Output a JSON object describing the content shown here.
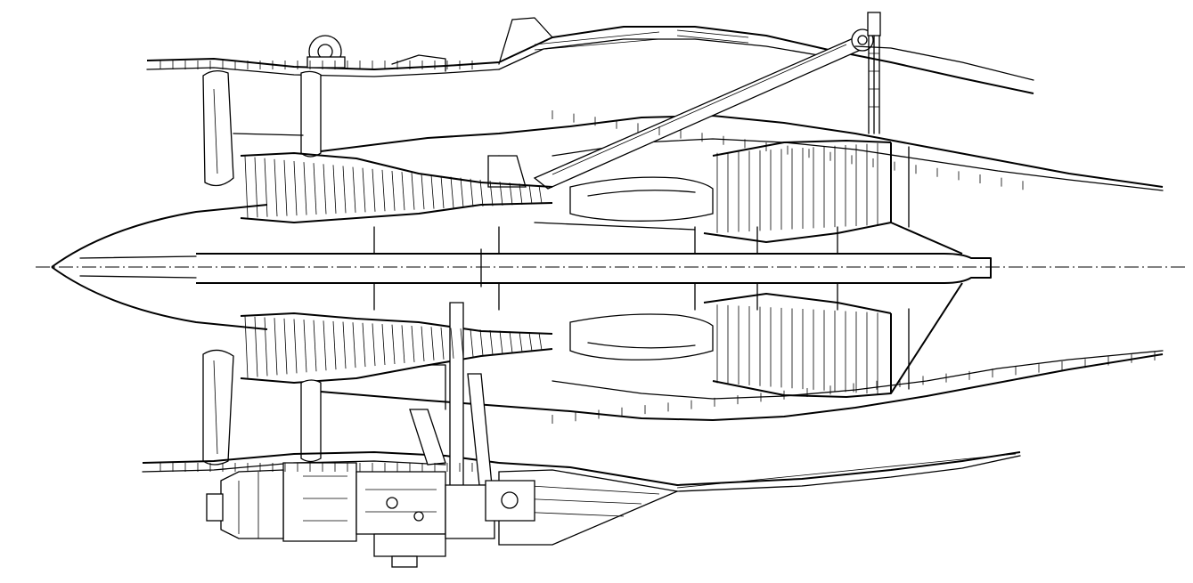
{
  "figure": {
    "stroke_color": "#000000",
    "background_color": "#ffffff",
    "parts": [
      "nose-cone",
      "inlet-fan-blades",
      "fan-case",
      "low-pressure-compressor",
      "high-pressure-compressor",
      "main-shaft",
      "combustion-chamber",
      "turbine",
      "exhaust-cone",
      "outer-bypass-duct",
      "thrust-reverser-strut",
      "bellcrank-link",
      "accessory-gearbox",
      "starter-generator",
      "fuel-pump",
      "lower-fairing",
      "top-gearbox-housing",
      "centerline"
    ]
  }
}
